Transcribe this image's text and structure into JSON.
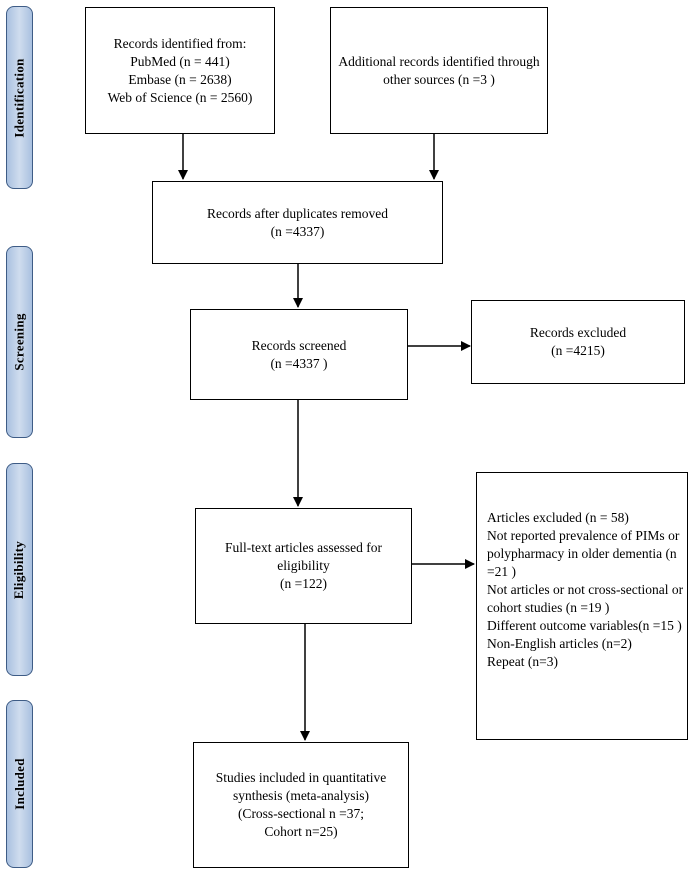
{
  "stages": {
    "identification": "Identification",
    "screening": "Screening",
    "eligibility": "Eligibility",
    "included": "Included"
  },
  "boxes": {
    "records_identified": {
      "lines": [
        "Records identified from:",
        "PubMed (n = 441)",
        "Embase (n = 2638)",
        "Web of Science (n = 2560)"
      ]
    },
    "additional_records": {
      "lines": [
        "Additional records identified through",
        "other sources (n =3 )"
      ]
    },
    "duplicates_removed": {
      "lines": [
        "Records after duplicates removed",
        "(n =4337)"
      ]
    },
    "records_screened": {
      "lines": [
        "Records screened",
        "(n =4337 )"
      ]
    },
    "records_excluded": {
      "lines": [
        "Records excluded",
        "(n =4215)"
      ]
    },
    "full_text_assessed": {
      "lines": [
        "Full-text articles assessed for",
        "eligibility",
        "(n =122)"
      ]
    },
    "articles_excluded": {
      "lines": [
        "Articles excluded (n = 58)",
        "Not reported prevalence of PIMs or",
        "polypharmacy in older dementia (n",
        "=21 )",
        "Not articles or not cross-sectional or",
        "cohort  studies (n =19 )",
        "Different outcome variables(n =15 )",
        "Non-English articles (n=2)",
        "Repeat (n=3)"
      ]
    },
    "studies_included": {
      "lines": [
        "Studies included in quantitative",
        "synthesis (meta-analysis)",
        "(Cross-sectional n =37;",
        "Cohort n=25)"
      ]
    }
  },
  "colors": {
    "stage_fill": "#bcd0ea",
    "stage_border": "#3e5c86",
    "box_border": "#000000"
  }
}
